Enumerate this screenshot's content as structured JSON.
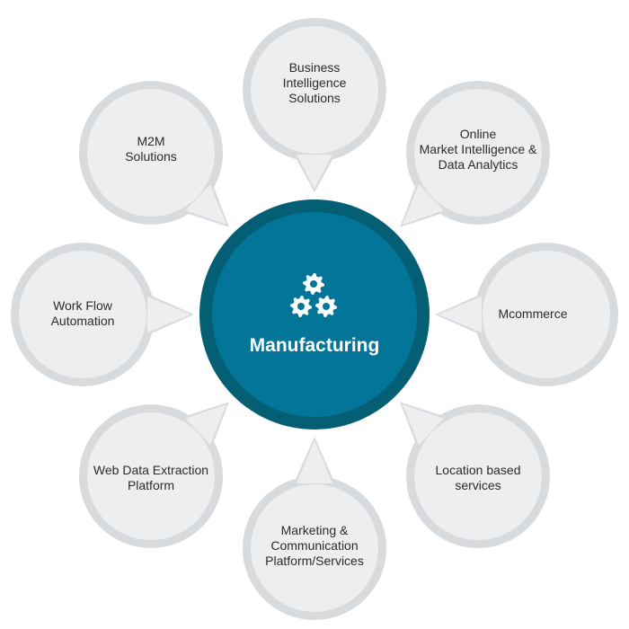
{
  "center": {
    "label": "Manufacturing",
    "icon": "gears-icon"
  },
  "nodes": [
    {
      "id": "business-intelligence",
      "lines": [
        "Business",
        "Intelligence",
        "Solutions"
      ]
    },
    {
      "id": "online-market-intelligence",
      "lines": [
        "Online",
        "Market Intelligence &",
        "Data Analytics"
      ]
    },
    {
      "id": "mcommerce",
      "lines": [
        "Mcommerce"
      ]
    },
    {
      "id": "location-based-services",
      "lines": [
        "Location based",
        "services"
      ]
    },
    {
      "id": "marketing-communication",
      "lines": [
        "Marketing &",
        "Communication",
        "Platform/Services"
      ]
    },
    {
      "id": "web-data-extraction",
      "lines": [
        "Web Data Extraction",
        "Platform"
      ]
    },
    {
      "id": "work-flow-automation",
      "lines": [
        "Work Flow",
        "Automation"
      ]
    },
    {
      "id": "m2m-solutions",
      "lines": [
        "M2M",
        "Solutions"
      ]
    }
  ],
  "colors": {
    "center_fill": "#027598",
    "center_ring": "#045f75",
    "node_fill": "#eceef0",
    "node_ring": "#d8dbde",
    "text": "#2b2b2b",
    "center_text": "#ffffff"
  }
}
